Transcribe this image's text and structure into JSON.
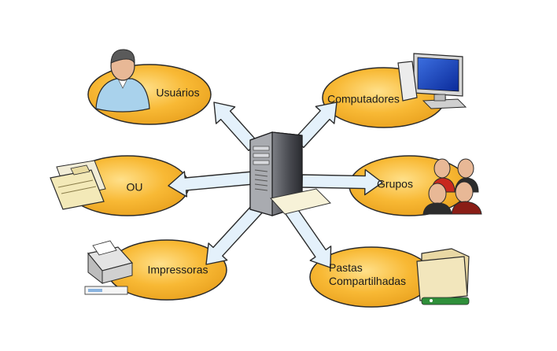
{
  "nodes": {
    "usuarios": {
      "label": "Usuários",
      "icon": "user-icon"
    },
    "computadores": {
      "label": "Computadores",
      "icon": "computer-icon"
    },
    "ou": {
      "label": "OU",
      "icon": "folder-icon"
    },
    "grupos": {
      "label": "Grupos",
      "icon": "group-icon"
    },
    "impressoras": {
      "label": "Impressoras",
      "icon": "printer-icon"
    },
    "pastas": {
      "label_line1": "Pastas",
      "label_line2": "Compartilhadas",
      "icon": "shared-folder-icon"
    }
  },
  "hub": {
    "icon": "server-icon"
  },
  "colors": {
    "node_fill": "#f6b530",
    "node_fill_light": "#ffd97a",
    "arrow_fill": "#e4f1fb",
    "arrow_stroke": "#2b2b2b"
  }
}
